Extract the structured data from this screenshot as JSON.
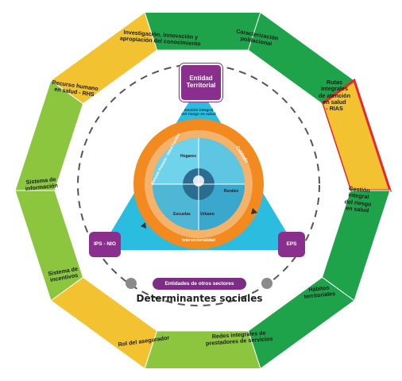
{
  "ring_segments": [
    {
      "label": "Investigación, innovación y\napropiación del conocimiento",
      "color": "#1fa34a"
    },
    {
      "label": "Caracterización\npoblacional",
      "color": "#1fa34a"
    },
    {
      "label": "Rutas\nintegrales\nde atención\nen salud\n- RIAS",
      "color": "#f2c230",
      "highlight_border": "#e8262b"
    },
    {
      "label": "Gestión\nintegral\ndel riesgo\nen salud",
      "color": "#1fa34a"
    },
    {
      "label": "Hábitos\nterritoriales",
      "color": "#1fa34a"
    },
    {
      "label": "Redes integrales de\nprestadores de servicios",
      "color": "#8cc63f"
    },
    {
      "label": "Rol del asegurador",
      "color": "#f2c230"
    },
    {
      "label": "Sistema de\nincentivos",
      "color": "#8cc63f"
    },
    {
      "label": "Sistema de\ninformación",
      "color": "#8cc63f"
    },
    {
      "label": "Recurso humano\nen salud - RHS",
      "color": "#f2c230"
    }
  ],
  "actors": {
    "top": "Entidad\nTerritorial",
    "left": "IPS - NIO",
    "right": "EPS",
    "color": "#8b2f8f"
  },
  "triangle": {
    "color": "#2bbde0",
    "top_caption": "Gestión integral\ndel riesgo en salud"
  },
  "wheel": {
    "outer_color": "#f28a1f",
    "inner_color": "#f5b26b",
    "arc_left": "Atención Primaria - Salud Familiar",
    "arc_right": "Cuidado",
    "arc_bottom": "Intersectorialidad",
    "center_items": [
      "Hogares",
      "Escuelas",
      "Urbano",
      "Rurales"
    ]
  },
  "bottom_pill": "Entidades de otros sectores",
  "bottom_title": "Determinantes sociales",
  "colors": {
    "inner_background": "#ffffff",
    "dashed_circle": "#555555",
    "dot": "#8a8a8a"
  }
}
